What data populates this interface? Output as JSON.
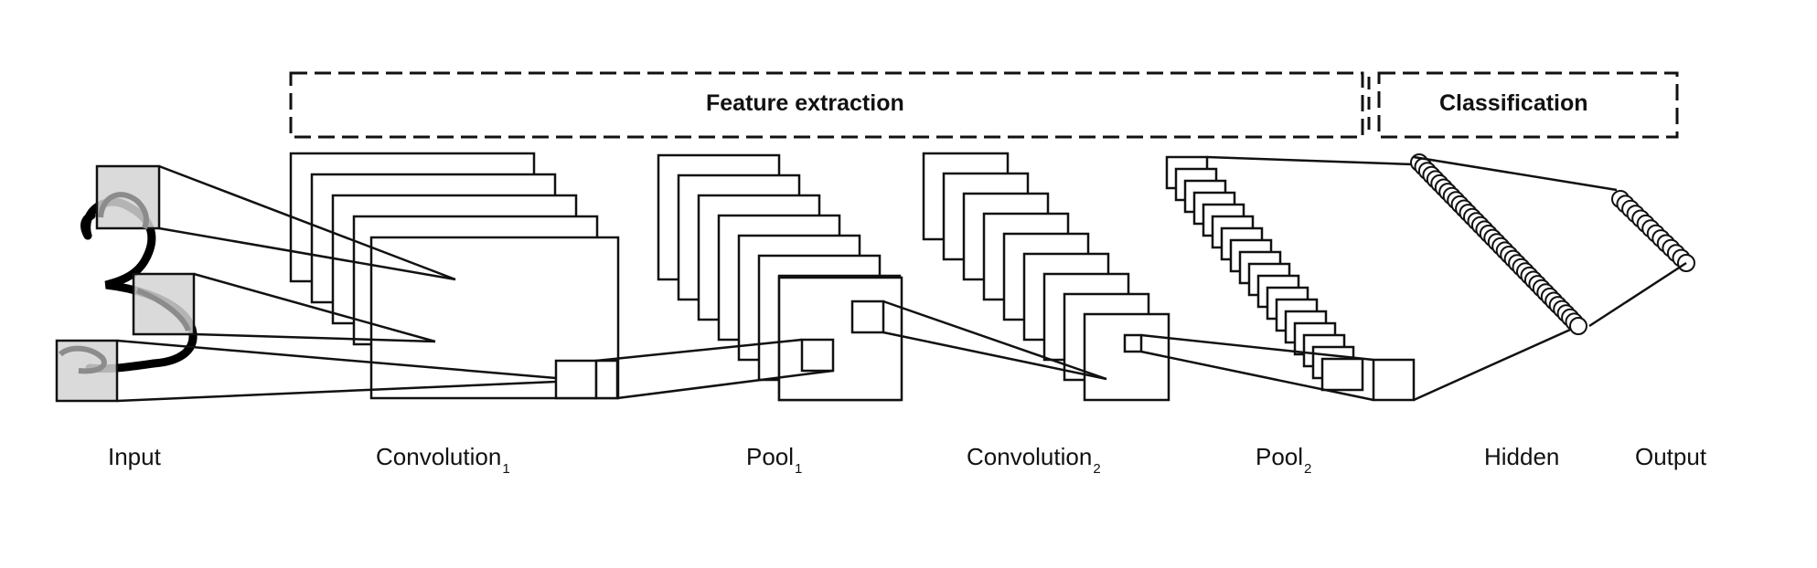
{
  "groups": {
    "feature_extraction": "Feature extraction",
    "classification": "Classification"
  },
  "stages": {
    "input": {
      "name": "Input"
    },
    "conv1": {
      "name": "Convolution",
      "sub": "1"
    },
    "pool1": {
      "name": "Pool",
      "sub": "1"
    },
    "conv2": {
      "name": "Convolution",
      "sub": "2"
    },
    "pool2": {
      "name": "Pool",
      "sub": "2"
    },
    "hidden": {
      "name": "Hidden"
    },
    "output": {
      "name": "Output"
    }
  },
  "colors": {
    "stroke": "#111111",
    "patch_fill": "#d4d4d4",
    "digit_stroke": "#000000",
    "digit_gray": "#8c8c8c"
  }
}
